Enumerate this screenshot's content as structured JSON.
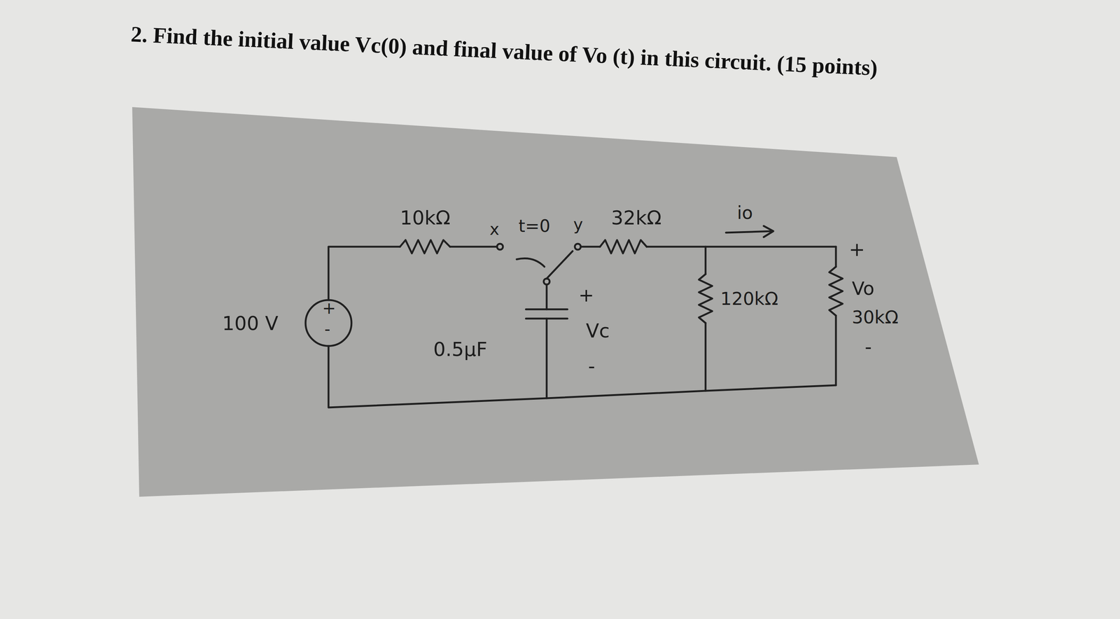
{
  "diagram": {
    "title": "2. Find the initial value Vc(0) and final value of Vo (t) in this circuit. (15 points)",
    "labels": [
      "10kΩ",
      "x",
      "t=0",
      "y",
      "32kΩ",
      "io",
      "+",
      "Vc",
      "-",
      "120kΩ",
      "+",
      "Vo",
      "-",
      "30kΩ",
      "100 V",
      "+",
      "-",
      "0.5μF"
    ]
  }
}
